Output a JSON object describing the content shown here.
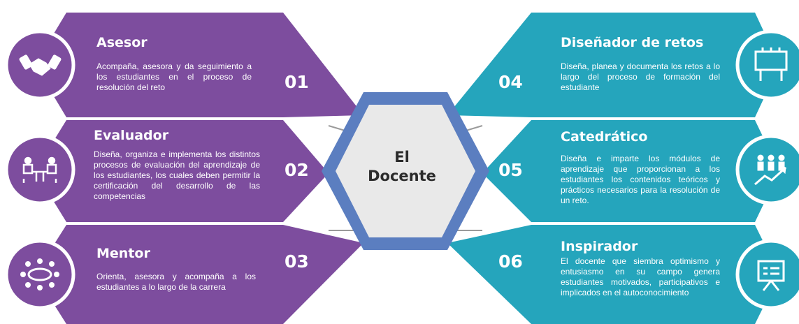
{
  "center": {
    "line1": "El",
    "line2": "Docente"
  },
  "colors": {
    "left": "#7d4d9e",
    "right": "#25a5bc",
    "hub_outer": "#5b7ec0",
    "hub_inner": "#e9e9e9"
  },
  "roles": [
    {
      "number": "01",
      "title": "Asesor",
      "description": "Acompaña, asesora y da seguimiento a los estudiantes en el proceso de resolución del reto",
      "icon": "handshake-icon"
    },
    {
      "number": "02",
      "title": "Evaluador",
      "description": "Diseña, organiza e implementa los distintos procesos de evaluación del aprendizaje de los estudiantes, los cuales deben permitir la certificación del desarrollo de las competencias",
      "icon": "people-at-table-icon"
    },
    {
      "number": "03",
      "title": "Mentor",
      "description": "Orienta, asesora y acompaña a los estudiantes a lo largo de la carrera",
      "icon": "meeting-table-icon"
    },
    {
      "number": "04",
      "title": "Diseñador de retos",
      "description": "Diseña, planea y documenta los retos a lo largo del proceso de formación del estudiante",
      "icon": "billboard-icon"
    },
    {
      "number": "05",
      "title": "Catedrático",
      "description": "Diseña e imparte los módulos de aprendizaje que proporcionan a los estudiantes los contenidos teóricos y prácticos necesarios para la resolución de un reto.",
      "icon": "growth-team-icon"
    },
    {
      "number": "06",
      "title": "Inspirador",
      "description": "El docente que siembra optimismo y entusiasmo en su campo genera estudiantes motivados, participativos e implicados en el autoconocimiento",
      "icon": "presentation-board-icon"
    }
  ]
}
